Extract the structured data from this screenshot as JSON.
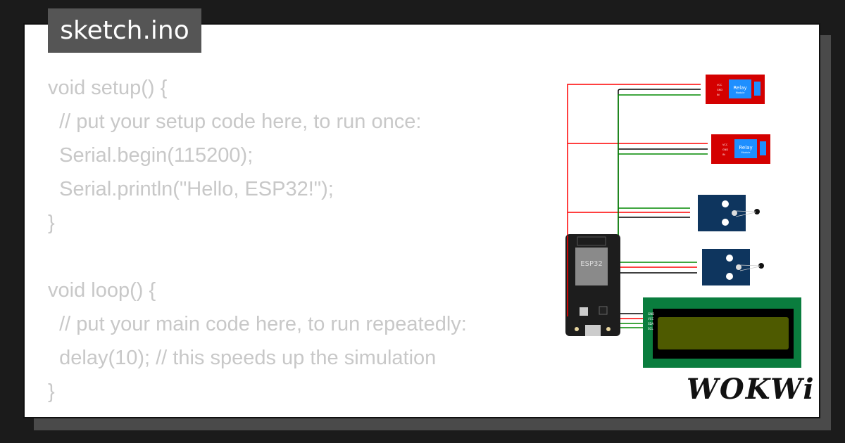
{
  "title": "sketch.ino",
  "code_lines": [
    "void setup() {",
    "  // put your setup code here, to run once:",
    "  Serial.begin(115200);",
    "  Serial.println(\"Hello, ESP32!\");",
    "}",
    "",
    "void loop() {",
    "  // put your main code here, to run repeatedly:",
    "  delay(10); // this speeds up the simulation",
    "}"
  ],
  "circuit": {
    "mcu_label": "ESP32",
    "relay_label": "Relay",
    "relay_sublabel": "Module",
    "relay_pins": [
      "VCC",
      "GND",
      "IN"
    ],
    "lcd_pins": [
      "GND",
      "VCC",
      "SDA",
      "SCL"
    ],
    "wire_colors": {
      "power": "#ff0000",
      "ground": "#000000",
      "signal": "#008000"
    }
  },
  "logo": "WOKWi"
}
